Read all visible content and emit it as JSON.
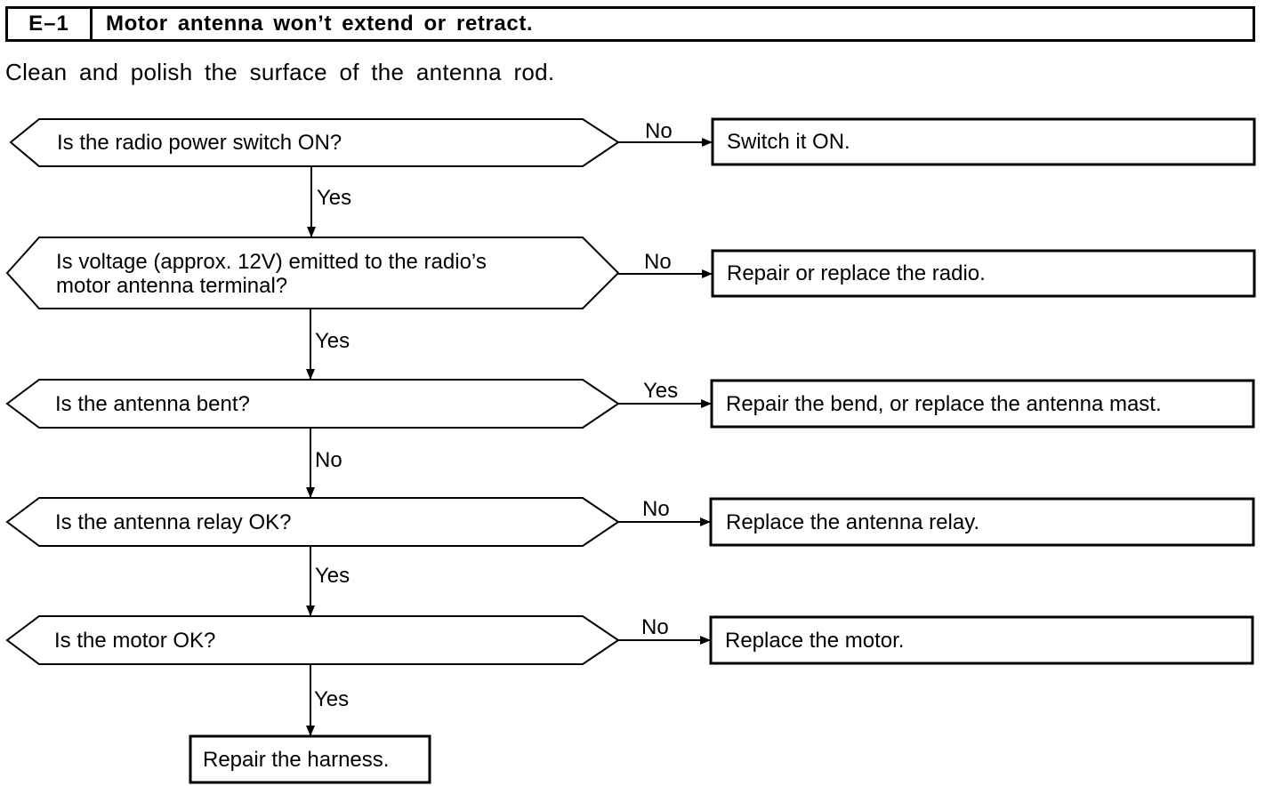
{
  "header": {
    "code": "E–1",
    "title": "Motor antenna won’t extend or retract."
  },
  "intro": "Clean and polish the surface of the antenna rod.",
  "steps": [
    {
      "question": "Is the radio power switch ON?",
      "branch_label": "No",
      "action": "Switch it ON.",
      "next_label": "Yes"
    },
    {
      "question_line1": "Is voltage (approx. 12V) emitted to the radio’s",
      "question_line2": "motor antenna terminal?",
      "branch_label": "No",
      "action": "Repair or replace the radio.",
      "next_label": "Yes"
    },
    {
      "question": "Is the antenna bent?",
      "branch_label": "Yes",
      "action": "Repair the bend, or replace the antenna mast.",
      "next_label": "No"
    },
    {
      "question": "Is the antenna relay OK?",
      "branch_label": "No",
      "action": "Replace the antenna relay.",
      "next_label": "Yes"
    },
    {
      "question": "Is the motor OK?",
      "branch_label": "No",
      "action": "Replace the motor.",
      "next_label": "Yes"
    }
  ],
  "final_action": "Repair the harness."
}
